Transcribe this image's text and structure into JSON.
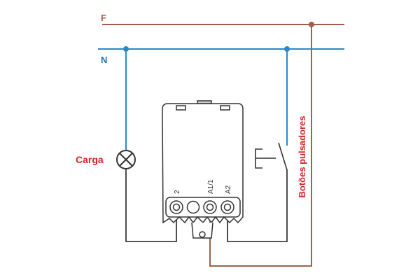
{
  "labels": {
    "phase": "F",
    "neutral": "N",
    "load": "Carga",
    "pushbuttons": "Botões pulsadores",
    "terminal_2": "2",
    "terminal_a1": "A1/1",
    "terminal_a2": "A2"
  },
  "colors": {
    "phase_wire": "#a0604a",
    "neutral_wire": "#2a8ac8",
    "label_red": "#d8232a",
    "label_blue": "#1f6fa8",
    "device_stroke": "#333333"
  }
}
